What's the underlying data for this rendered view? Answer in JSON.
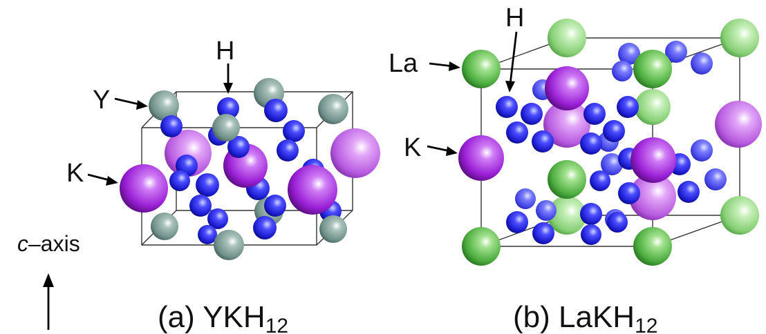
{
  "panels": [
    {
      "caption_prefix": "(a) YKH",
      "caption_subscript": "12",
      "labels": {
        "metal": "Y",
        "alkali": "K",
        "hydrogen": "H"
      }
    },
    {
      "caption_prefix": "(b) LaKH",
      "caption_subscript": "12",
      "labels": {
        "metal": "La",
        "alkali": "K",
        "hydrogen": "H"
      }
    }
  ],
  "axis": {
    "prefix": "c",
    "suffix": "–axis"
  },
  "colors": {
    "yttrium": "#6f9088",
    "lanthanum": "#4cad3e",
    "potassium": "#9a1fd6",
    "hydrogen": "#1a1acd",
    "cell_edges": "#333333"
  }
}
